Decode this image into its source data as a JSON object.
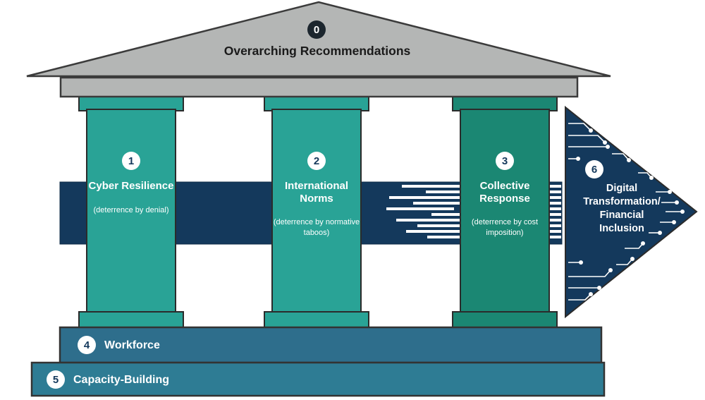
{
  "diagram": {
    "pediment": {
      "badge": "0",
      "title": "Overarching Recommendations"
    },
    "pillars": [
      {
        "badge": "1",
        "title": "Cyber Resilience",
        "subtitle": "(deterrence by denial)"
      },
      {
        "badge": "2",
        "title": "International Norms",
        "subtitle": "(deterrence by normative taboos)"
      },
      {
        "badge": "3",
        "title": "Collective Response",
        "subtitle": "(deterrence by cost imposition)"
      }
    ],
    "arrow": {
      "badge": "6",
      "lines": [
        "Digital",
        "Transformation/",
        "Financial",
        "Inclusion"
      ]
    },
    "steps": [
      {
        "badge": "4",
        "label": "Workforce"
      },
      {
        "badge": "5",
        "label": "Capacity-Building"
      }
    ]
  },
  "colors": {
    "pediment_gray": "#B4B6B5",
    "pillar_teal": "#29A396",
    "pillar_dark_teal": "#1B8773",
    "navy": "#14395C",
    "step_workforce_blue": "#2E6E8C",
    "step_capacity_teal": "#2E7C94",
    "badge_dark": "#1C262E",
    "text_white": "#FFFFFF"
  }
}
